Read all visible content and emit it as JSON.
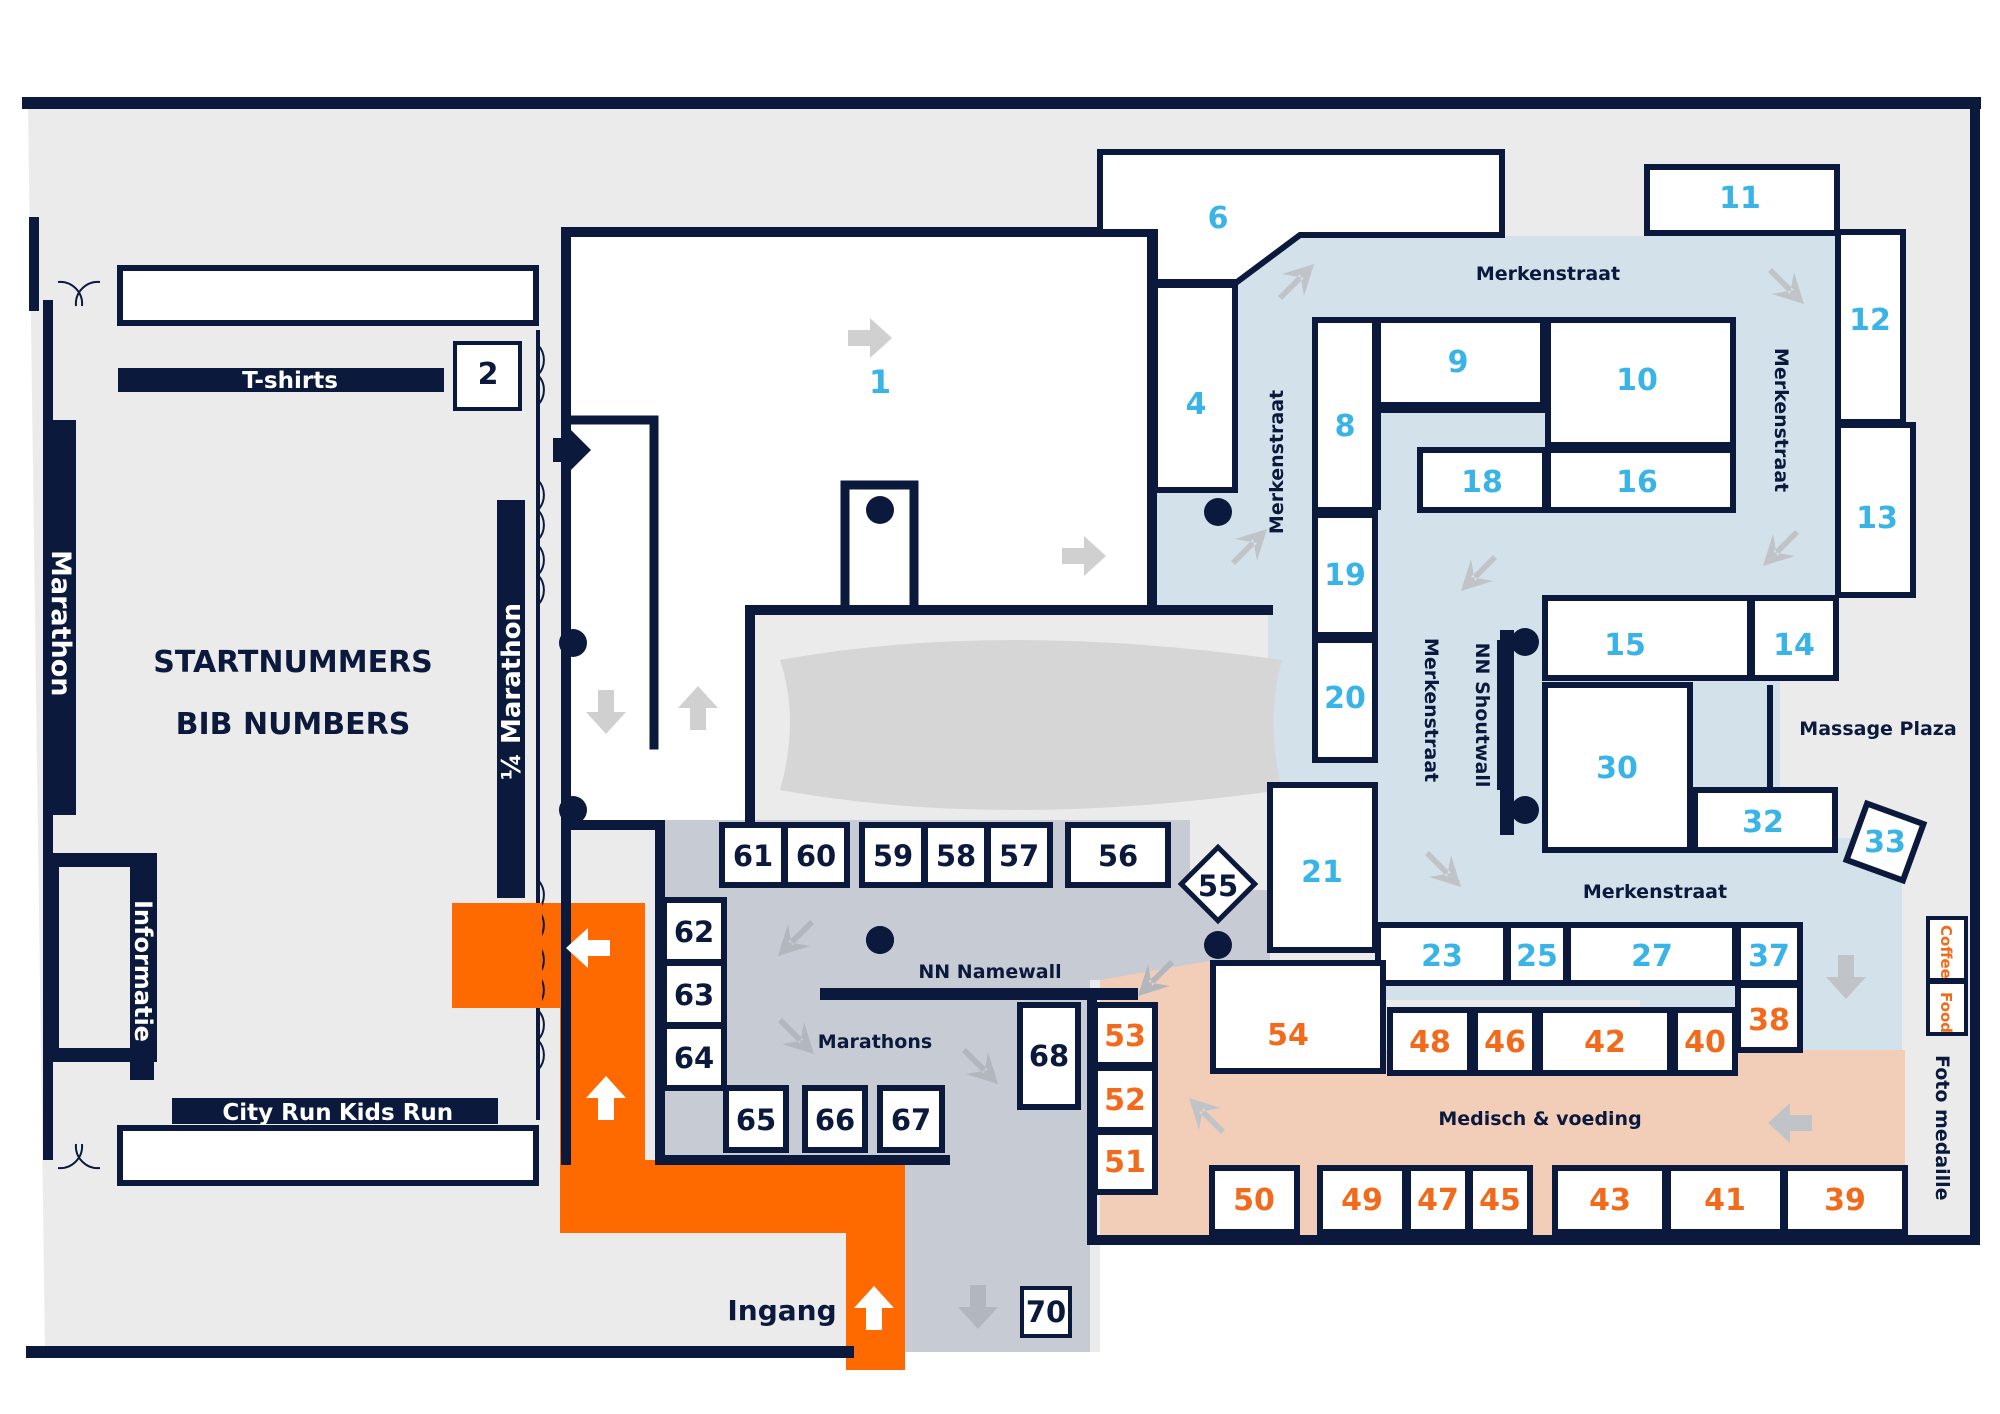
{
  "colors": {
    "navy": "#0b1a3c",
    "blue_text": "#3ab4e6",
    "orange_text": "#f26b1d",
    "orange": "#ff6a00",
    "corridor": "#ebebeb",
    "merkenstraat_zone": "#d2e1ea",
    "marathons_zone": "#c7cbd4",
    "medisch_zone": "#f2ceb8",
    "arrow_grey": "#c9c9c9",
    "white": "#ffffff"
  },
  "labels": {
    "startnummers": "STARTNUMMERS",
    "bib_numbers": "BIB NUMBERS",
    "tshirts": "T-shirts",
    "marathon": "Marathon",
    "quarter_marathon": "¼ Marathon",
    "informatie": "Informatie",
    "city_run": "City Run",
    "kids_run": "Kids Run",
    "ingang": "Ingang",
    "merkenstraat": "Merkenstraat",
    "nn_shoutwall": "NN Shoutwall",
    "massage_plaza": "Massage Plaza",
    "nn_namewall": "NN Namewall",
    "marathons": "Marathons",
    "medisch_voeding": "Medisch & voeding",
    "coffee": "Coffee",
    "food": "Food",
    "foto_medaille": "Foto medaille"
  },
  "stands": {
    "s1": "1",
    "s2": "2",
    "s4": "4",
    "s6": "6",
    "s8": "8",
    "s9": "9",
    "s10": "10",
    "s11": "11",
    "s12": "12",
    "s13": "13",
    "s14": "14",
    "s15": "15",
    "s16": "16",
    "s18": "18",
    "s19": "19",
    "s20": "20",
    "s21": "21",
    "s23": "23",
    "s25": "25",
    "s27": "27",
    "s30": "30",
    "s32": "32",
    "s33": "33",
    "s37": "37",
    "s38": "38",
    "s39": "39",
    "s40": "40",
    "s41": "41",
    "s42": "42",
    "s43": "43",
    "s45": "45",
    "s46": "46",
    "s47": "47",
    "s48": "48",
    "s49": "49",
    "s50": "50",
    "s51": "51",
    "s52": "52",
    "s53": "53",
    "s54": "54",
    "s55": "55",
    "s56": "56",
    "s57": "57",
    "s58": "58",
    "s59": "59",
    "s60": "60",
    "s61": "61",
    "s62": "62",
    "s63": "63",
    "s64": "64",
    "s65": "65",
    "s66": "66",
    "s67": "67",
    "s68": "68",
    "s70": "70"
  }
}
